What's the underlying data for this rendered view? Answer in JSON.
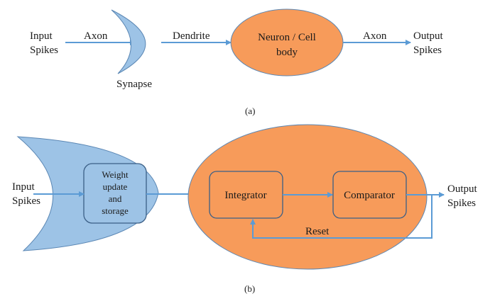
{
  "panel_a": {
    "input_label": [
      "Input",
      "Spikes"
    ],
    "axon_in_label": "Axon",
    "synapse_label": "Synapse",
    "dendrite_label": "Dendrite",
    "neuron_label": [
      "Neuron / Cell",
      "body"
    ],
    "axon_out_label": "Axon",
    "output_label": [
      "Output",
      "Spikes"
    ],
    "caption": "(a)"
  },
  "panel_b": {
    "input_label": [
      "Input",
      "Spikes"
    ],
    "weight_label": [
      "Weight",
      "update",
      "and",
      "storage"
    ],
    "integrator_label": "Integrator",
    "comparator_label": "Comparator",
    "reset_label": "Reset",
    "output_label": [
      "Output",
      "Spikes"
    ],
    "caption": "(b)"
  },
  "colors": {
    "synapse_fill": "#9dc3e6",
    "synapse_stroke": "#5b87b4",
    "neuron_fill": "#f79b5a",
    "neuron_stroke": "#5b87b4",
    "arrow": "#5b9bd5"
  }
}
